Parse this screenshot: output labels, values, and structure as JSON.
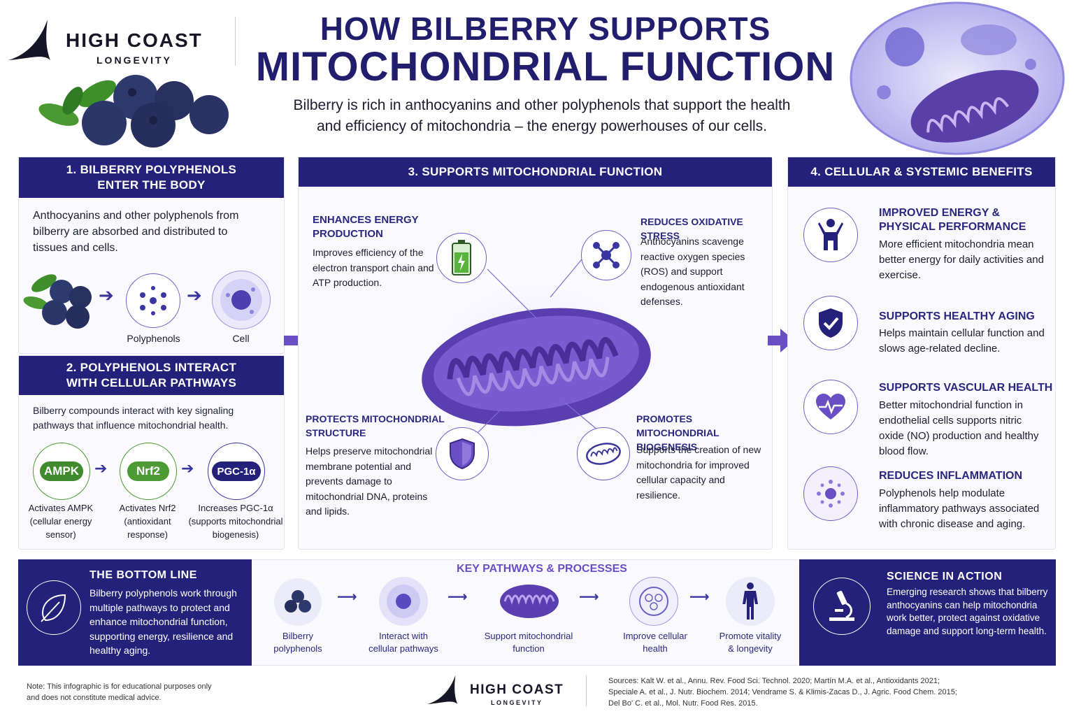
{
  "brand": {
    "name": "HIGH COAST",
    "sub": "LONGEVITY"
  },
  "header": {
    "title_line1": "HOW BILBERRY SUPPORTS",
    "title_line2": "MITOCHONDRIAL FUNCTION",
    "subtitle_line1": "Bilberry is rich in anthocyanins and other polyphenols that support the health",
    "subtitle_line2": "and efficiency of mitochondria – the energy powerhouses of our cells."
  },
  "panel1": {
    "heading_line1": "1. BILBERRY POLYPHENOLS",
    "heading_line2": "ENTER THE BODY",
    "text": "Anthocyanins and other polyphenols from bilberry are absorbed and distributed to tissues and cells.",
    "label_polyphenols": "Polyphenols",
    "label_cell": "Cell"
  },
  "panel2": {
    "heading_line1": "2. POLYPHENOLS INTERACT",
    "heading_line2": "WITH CELLULAR PATHWAYS",
    "text": "Bilberry compounds interact with key signaling pathways that influence mitochondrial health.",
    "pathways": [
      {
        "name": "AMPK",
        "desc_line1": "Activates AMPK",
        "desc_line2": "(cellular energy",
        "desc_line3": "sensor)"
      },
      {
        "name": "Nrf2",
        "desc_line1": "Activates Nrf2",
        "desc_line2": "(antioxidant",
        "desc_line3": "response)"
      },
      {
        "name": "PGC-1α",
        "desc_line1": "Increases PGC-1α",
        "desc_line2": "(supports mitochondrial",
        "desc_line3": "biogenesis)"
      }
    ]
  },
  "panel3": {
    "heading": "3. SUPPORTS MITOCHONDRIAL FUNCTION",
    "f1": {
      "title_line1": "ENHANCES ENERGY",
      "title_line2": "PRODUCTION",
      "text": "Improves efficiency of the electron transport chain and ATP production."
    },
    "f2": {
      "title_line1": "REDUCES OXIDATIVE STRESS",
      "text": "Anthocyanins scavenge reactive oxygen species (ROS) and support endogenous antioxidant defenses."
    },
    "f3": {
      "title_line1": "PROTECTS MITOCHONDRIAL",
      "title_line2": "STRUCTURE",
      "text": "Helps preserve mitochondrial membrane potential and prevents damage to mitochondrial DNA, proteins and lipids."
    },
    "f4": {
      "title_line1": "PROMOTES MITOCHONDRIAL",
      "title_line2": "BIOGENESIS",
      "text": "Supports the creation of new mitochondria for improved cellular capacity and resilience."
    }
  },
  "panel4": {
    "heading": "4. CELLULAR & SYSTEMIC BENEFITS",
    "items": [
      {
        "title_line1": "IMPROVED ENERGY &",
        "title_line2": "PHYSICAL PERFORMANCE",
        "text": "More efficient mitochondria mean better energy for daily activities and exercise."
      },
      {
        "title_line1": "SUPPORTS HEALTHY AGING",
        "title_line2": "",
        "text": "Helps maintain cellular function and slows age-related decline."
      },
      {
        "title_line1": "SUPPORTS VASCULAR HEALTH",
        "title_line2": "",
        "text": "Better mitochondrial function in endothelial cells supports nitric oxide (NO) production and healthy blood flow."
      },
      {
        "title_line1": "REDUCES INFLAMMATION",
        "title_line2": "",
        "text": "Polyphenols help modulate inflammatory pathways associated with chronic disease and aging."
      }
    ]
  },
  "bottom": {
    "bottom_line_title": "THE BOTTOM LINE",
    "bottom_line_text": "Bilberry polyphenols work through multiple pathways to protect and enhance mitochondrial function, supporting energy, resilience and healthy aging.",
    "key_title": "KEY PATHWAYS & PROCESSES",
    "steps": [
      {
        "line1": "Bilberry",
        "line2": "polyphenols"
      },
      {
        "line1": "Interact with",
        "line2": "cellular pathways"
      },
      {
        "line1": "Support mitochondrial",
        "line2": "function"
      },
      {
        "line1": "Improve cellular",
        "line2": "health"
      },
      {
        "line1": "Promote vitality",
        "line2": "& longevity"
      }
    ],
    "science_title": "SCIENCE IN ACTION",
    "science_text": "Emerging research shows that bilberry anthocyanins can help mitochondria work better, protect against oxidative damage and support long-term health."
  },
  "footer": {
    "note_line1": "Note: This infographic is for educational purposes only",
    "note_line2": "and does not constitute medical advice.",
    "sources_line1": "Sources: Kalt W. et al., Annu. Rev. Food Sci. Technol. 2020; Martín M.A. et al., Antioxidants 2021;",
    "sources_line2": "Speciale A. et al., J. Nutr. Biochem. 2014; Vendrame S. & Klimis-Zacas D., J. Agric. Food Chem. 2015;",
    "sources_line3": "Del Bo' C. et al., Mol. Nutr. Food Res. 2015."
  },
  "colors": {
    "navy": "#24217a",
    "purple": "#6a4fc4",
    "green": "#3f8a2c",
    "accent": "#8a7ad8"
  },
  "icons": [
    "logo-swoosh-icon",
    "blueberry-icon",
    "molecule-icon",
    "cell-icon",
    "battery-icon",
    "molecule-network-icon",
    "shield-icon",
    "mitochondria-icon",
    "person-icon",
    "shield-check-icon",
    "heart-pulse-icon",
    "inflammation-icon",
    "leaf-icon",
    "microscope-icon"
  ]
}
